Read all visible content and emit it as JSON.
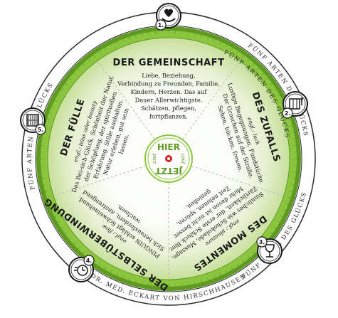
{
  "ring_text": {
    "top": "FÜNF ARTEN DES GLÜCKS",
    "right": "FÜNF ARTEN DES GLÜCKS",
    "left": "FÜNF ARTEN DES GLÜCKS",
    "lower_right": "FÜNF ARTEN DES GLÜCKS",
    "bottom": "DR. MED. ECKART VON HIRSCHHAUSEN"
  },
  "center": {
    "word_top": "HIER",
    "word_bottom": "JETZT",
    "word_left": "und",
    "word_right": "und"
  },
  "segments": [
    {
      "number": "1.",
      "title": "DER GEMEINSCHAFT",
      "icon": "heart-hands-icon",
      "body": [
        "Liebe, Beziehung,",
        "Verbindung zu Freunden, Familie,",
        "Kindern, Herzen. Das auf",
        "Dauer Allerwichtigste.",
        "Schätzen, pflegen,",
        "fortpflanzen."
      ]
    },
    {
      "number": "2.",
      "title": "DES ZUFALLS",
      "icon": "slot-machine-icon",
      "body": [
        "engl.: luck",
        "Lustige Begegnungen, Fundstücke.",
        "Der Groschen auf der Straße.",
        "Sehen, bücken, freuen."
      ]
    },
    {
      "number": "3.",
      "title": "DES MOMENTES",
      "icon": "wine-glass-icon",
      "body": [
        "engl.: pleasure",
        "Sinnliches wie Schokolade, Massage,",
        "Zärtlichkeit, der erste Schluck Bier.",
        "Mehr davon ist nicht besser.",
        "Zeit nehmen, spüren,",
        "genießen."
      ]
    },
    {
      "number": "4.",
      "title": "DER SELBSTÜBERWINDUNG",
      "icon": "marathon-icon",
      "body": [
        "engl.: flow",
        "PINGUIN schlägt Schweinehund.",
        "Sich herausfordern, anstrengend",
        "wachsen."
      ]
    },
    {
      "number": "5.",
      "title": "DER FÜLLE",
      "icon": "bookshelf-icon",
      "body": [
        "engl.: bliss oder beauty",
        "Das Bei-sich-Glück. Schönheit der Natur,",
        "der Schöpfung, der spirituellen",
        "Erfahrung. Stille aushalten.",
        "Natur erleben, gut sein",
        "lassen."
      ]
    }
  ],
  "colors": {
    "green_dark": "#5e9a22",
    "green_mid": "#8cc63f",
    "green_light": "#dcebc2",
    "red": "#d6232a",
    "ink": "#1a1a1a"
  }
}
